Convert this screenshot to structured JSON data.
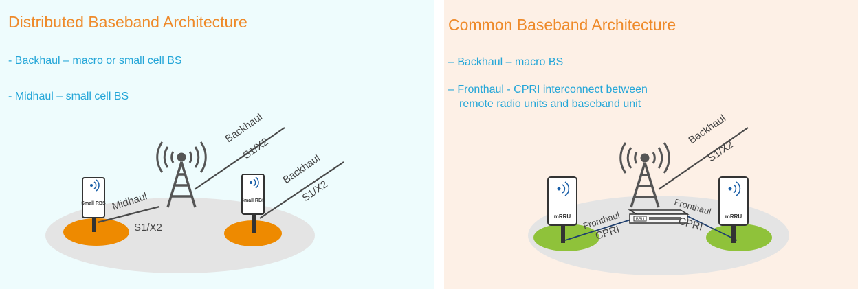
{
  "colors": {
    "title": "#ee8a2a",
    "bullet": "#24a6d8",
    "left_bg": "#eefcfd",
    "right_bg": "#fdf0e6",
    "ground": "#e4e4e4",
    "small_cell_disc": "#ee8a00",
    "rru_disc": "#8fc23a",
    "link": "#4a4a4a",
    "fronthaul_link": "#1f3f6e"
  },
  "left": {
    "title": "Distributed  Baseband  Architecture",
    "bullets": [
      "- Backhaul – macro or small cell BS",
      "-  Midhaul – small cell BS"
    ],
    "labels": {
      "backhaul_1": "Backhaul",
      "s1x2_1": "S1/X2",
      "backhaul_2": "Backhaul",
      "s1x2_2": "S1/X2",
      "midhaul": "Midhaul",
      "s1x2_mid": "S1/X2"
    },
    "device_text": "Small RBS",
    "icons": [
      "tower-icon",
      "small-rbs-icon",
      "small-rbs-icon"
    ]
  },
  "right": {
    "title": "Common  Baseband  Architecture",
    "bullets": [
      "– Backhaul –  macro BS",
      "– Fronthaul  - CPRI interconnect between",
      "remote radio units and baseband unit"
    ],
    "labels": {
      "backhaul": "Backhaul",
      "s1x2": "S1/X2",
      "fronthaul_left": "Fronthaul",
      "cpri_left": "CPRI",
      "fronthaul_right": "Fronthaul",
      "cpri_right": "CPRI"
    },
    "device_text": "mRRU",
    "bbu_text": "BBU",
    "icons": [
      "tower-icon",
      "mrru-icon",
      "mrru-icon",
      "baseband-unit-icon"
    ]
  }
}
